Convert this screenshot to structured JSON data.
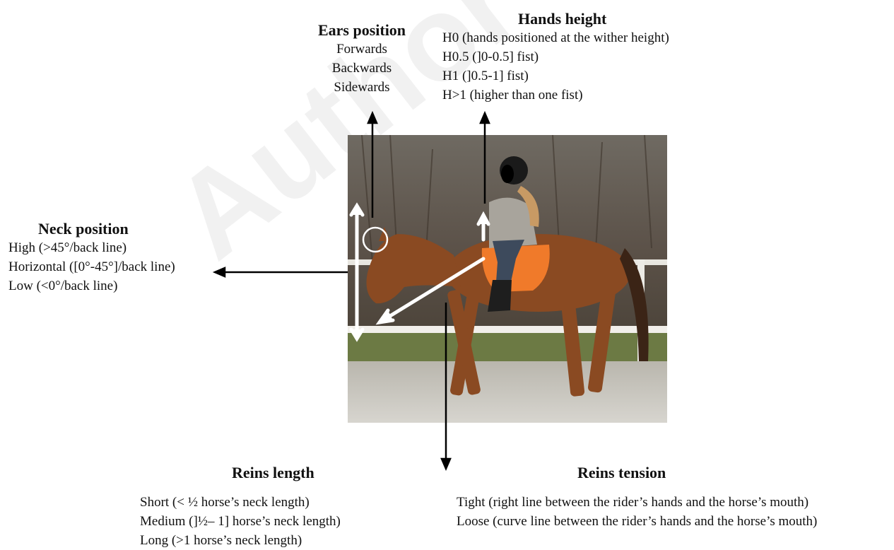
{
  "ears_position": {
    "title": "Ears position",
    "items": [
      "Forwards",
      "Backwards",
      "Sidewards"
    ]
  },
  "hands_height": {
    "title": "Hands height",
    "items": [
      "H0 (hands positioned at the wither height)",
      "H0.5 (]0-0.5] fist)",
      "H1 (]0.5-1] fist)",
      "H>1 (higher than one fist)"
    ]
  },
  "neck_position": {
    "title": "Neck position",
    "items": [
      "High (>45°/back line)",
      "Horizontal ([0°-45°]/back line)",
      "Low (<0°/back line)"
    ]
  },
  "reins_length": {
    "title": "Reins length",
    "items": [
      "Short (< ½ horse’s neck length)",
      "Medium (]½– 1] horse’s neck length)",
      "Long (>1 horse’s neck length)"
    ]
  },
  "reins_tension": {
    "title": "Reins tension",
    "items": [
      "Tight (right line between the rider’s hands and the horse’s mouth)",
      "Loose (curve line between the rider’s hands and the horse’s mouth)"
    ]
  },
  "watermark": "Author's pre-print",
  "colors": {
    "text": "#111111",
    "arrow": "#000000",
    "photo_annotation": "#ffffff",
    "horse": "#8a4a22",
    "saddle_pad": "#f07a2a"
  }
}
